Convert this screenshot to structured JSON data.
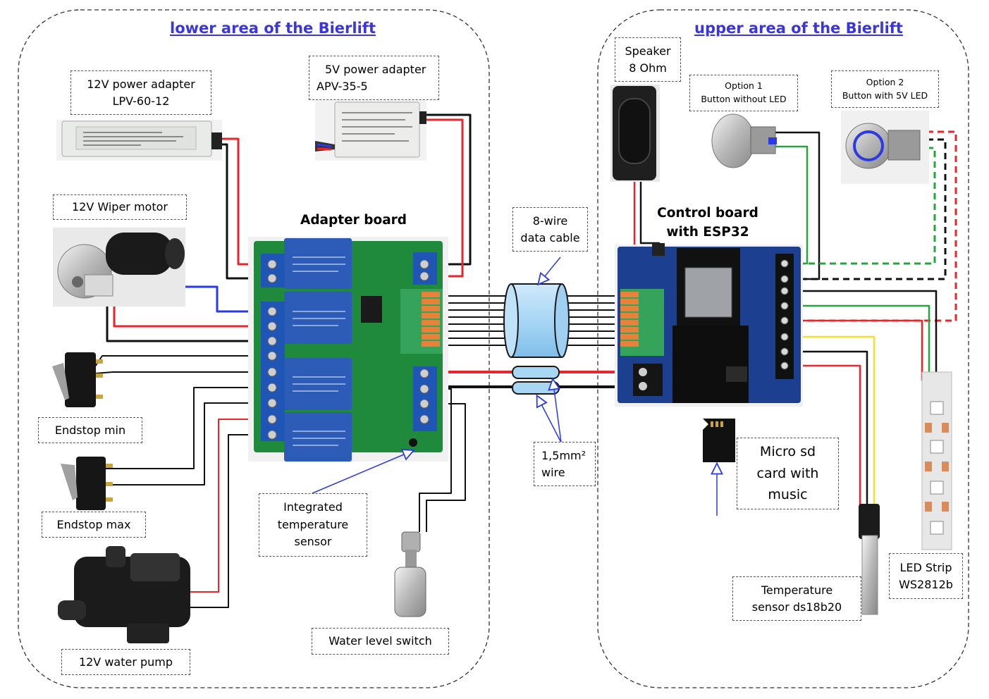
{
  "areas": {
    "lower": "lower area of the Bierlift",
    "upper": "upper area of the Bierlift"
  },
  "titles": {
    "adapter_board": "Adapter board",
    "control_board_line1": "Control board",
    "control_board_line2": "with ESP32"
  },
  "labels": {
    "psu12": [
      "12V power adapter",
      "LPV-60-12"
    ],
    "psu5": [
      "5V power adapter",
      "APV-35-5"
    ],
    "wiper": [
      "12V Wiper motor"
    ],
    "endstop_min": [
      "Endstop min"
    ],
    "endstop_max": [
      "Endstop max"
    ],
    "pump": [
      "12V water pump"
    ],
    "temp_int": [
      "Integrated",
      "temperature",
      "sensor"
    ],
    "water_level": [
      "Water level switch"
    ],
    "data_cable": [
      "8-wire",
      "data cable"
    ],
    "wire15": [
      "1,5mm²",
      "wire"
    ],
    "speaker": [
      "Speaker",
      "8 Ohm"
    ],
    "option1": [
      "Option 1",
      "Button without LED"
    ],
    "option2": [
      "Option 2",
      "Button with 5V LED"
    ],
    "sdcard": [
      "Micro sd",
      "card with",
      "music"
    ],
    "temp_ds": [
      "Temperature",
      "sensor ds18b20"
    ],
    "ledstrip": [
      "LED Strip",
      "WS2812b"
    ]
  },
  "colors": {
    "title_blue": "#3a35e0",
    "wire_red": "#e8262b",
    "wire_black": "#111111",
    "wire_blue": "#2a3ae6",
    "wire_green": "#22a83a",
    "wire_yellow": "#f0e030",
    "board_green": "#1f8a3c",
    "board_blue": "#1d3f8f",
    "relay_blue": "#2d5bb8",
    "terminal_blue": "#1f55b5",
    "terminal_green": "#36a35a"
  }
}
